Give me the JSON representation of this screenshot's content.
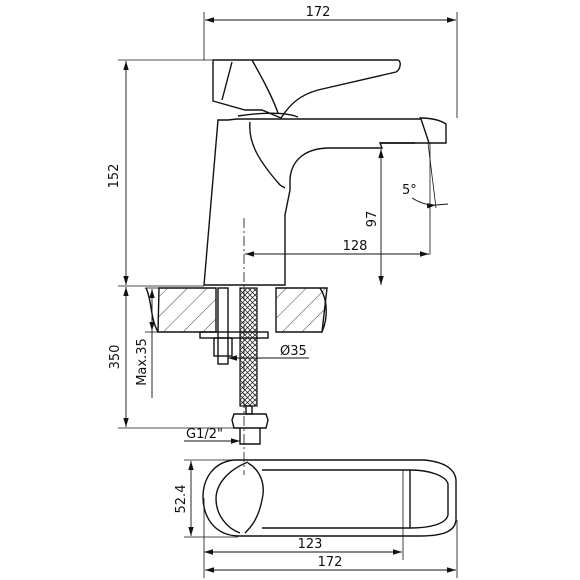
{
  "dimensions": {
    "top_width": "172",
    "height": "152",
    "spout_height": "97",
    "spout_reach": "128",
    "tilt": "5°",
    "hose_length": "350",
    "deck_thickness": "Max.35",
    "hole_diameter": "Ø35",
    "thread": "G1/2\"",
    "plan_depth": "52.4",
    "plan_reach": "123",
    "bottom_width": "172"
  }
}
